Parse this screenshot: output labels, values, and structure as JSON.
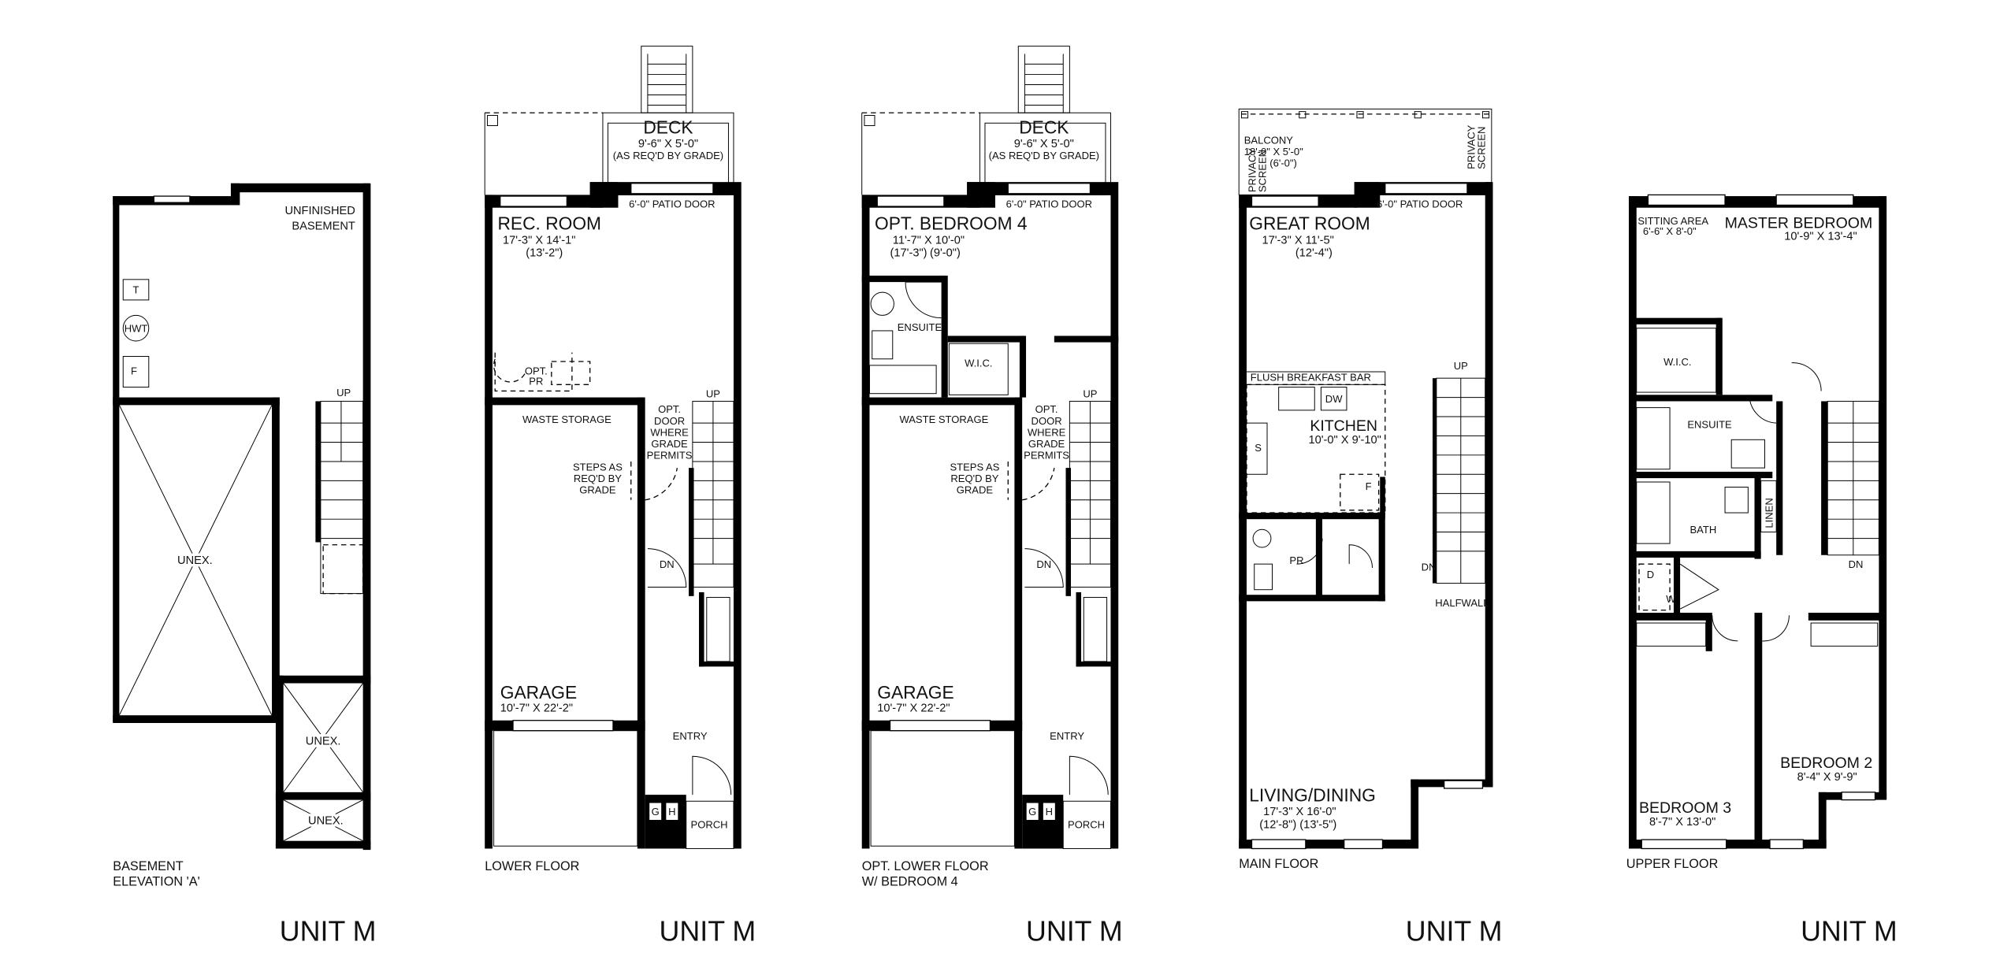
{
  "unit_title": "UNIT M",
  "plans": [
    {
      "name": "basement",
      "caption_line1": "BASEMENT",
      "caption_line2": "ELEVATION 'A'",
      "rooms": {
        "unfinished_1": "UNFINISHED",
        "unfinished_2": "BASEMENT",
        "unex_large": "UNEX.",
        "unex_mid": "UNEX.",
        "unex_small": "UNEX."
      },
      "fixtures": {
        "t": "T",
        "hwt": "HWT",
        "f": "F",
        "up": "UP"
      }
    },
    {
      "name": "lower-floor",
      "caption_line1": "LOWER FLOOR",
      "deck": {
        "name": "DECK",
        "dims": "9'-6\" X 5'-0\"",
        "note": "(AS REQ'D BY GRADE)"
      },
      "patio_door": "6'-0\" PATIO DOOR",
      "rec_room": {
        "name": "REC. ROOM",
        "dims": "17'-3\" X 14'-1\"",
        "alt": "(13'-2\")"
      },
      "opt_pr_1": "OPT.",
      "opt_pr_2": "PR",
      "waste_storage": "WASTE STORAGE",
      "steps": [
        "STEPS AS",
        "REQ'D BY",
        "GRADE"
      ],
      "opt_door": [
        "OPT.",
        "DOOR",
        "WHERE",
        "GRADE",
        "PERMITS"
      ],
      "up": "UP",
      "dn": "DN",
      "garage": {
        "name": "GARAGE",
        "dims": "10'-7\" X 22'-2\""
      },
      "entry": "ENTRY",
      "porch": "PORCH",
      "g": "G",
      "h": "H"
    },
    {
      "name": "opt-lower-floor",
      "caption_line1": "OPT. LOWER FLOOR",
      "caption_line2": "W/ BEDROOM 4",
      "deck": {
        "name": "DECK",
        "dims": "9'-6\" X 5'-0\"",
        "note": "(AS REQ'D BY GRADE)"
      },
      "patio_door": "6'-0\" PATIO DOOR",
      "bedroom4": {
        "name": "OPT. BEDROOM 4",
        "dims": "11'-7\" X 10'-0\"",
        "alt1": "(17'-3\")",
        "alt2": "(9'-0\")"
      },
      "ensuite": "ENSUITE",
      "wic": "W.I.C.",
      "waste_storage": "WASTE STORAGE",
      "steps": [
        "STEPS AS",
        "REQ'D BY",
        "GRADE"
      ],
      "opt_door": [
        "OPT.",
        "DOOR",
        "WHERE",
        "GRADE",
        "PERMITS"
      ],
      "up": "UP",
      "dn": "DN",
      "garage": {
        "name": "GARAGE",
        "dims": "10'-7\" X 22'-2\""
      },
      "entry": "ENTRY",
      "porch": "PORCH",
      "g": "G",
      "h": "H"
    },
    {
      "name": "main-floor",
      "caption_line1": "MAIN FLOOR",
      "balcony": {
        "name": "BALCONY",
        "dims": "18'-0\" X 5'-0\"",
        "alt": "(6'-0\")"
      },
      "privacy_1": "PRIVACY",
      "privacy_2": "SCREEN",
      "patio_door": "6'-0\" PATIO DOOR",
      "great_room": {
        "name": "GREAT ROOM",
        "dims": "17'-3\" X 11'-5\"",
        "alt": "(12'-4\")"
      },
      "breakfast_bar": "FLUSH  BREAKFAST BAR",
      "dw": "DW",
      "kitchen": {
        "name": "KITCHEN",
        "dims": "10'-0\" X 9'-10\""
      },
      "s": "S",
      "f": "F",
      "pr": "PR",
      "up": "UP",
      "dn": "DN",
      "halfwall": "HALFWALL",
      "living": {
        "name": "LIVING/DINING",
        "dims": "17'-3\" X 16'-0\"",
        "alt": "(12'-8\")  (13'-5\")"
      }
    },
    {
      "name": "upper-floor",
      "caption_line1": "UPPER FLOOR",
      "sitting": {
        "name": "SITTING AREA",
        "dims": "6'-6\" X 8'-0\""
      },
      "master": {
        "name": "MASTER BEDROOM",
        "dims": "10'-9\" X 13'-4\""
      },
      "wic": "W.I.C.",
      "ensuite": "ENSUITE",
      "bath": "BATH",
      "linen": "LINEN",
      "d": "D",
      "w": "W",
      "dn": "DN",
      "bedroom3": {
        "name": "BEDROOM 3",
        "dims": "8'-7\" X 13'-0\""
      },
      "bedroom2": {
        "name": "BEDROOM 2",
        "dims": "8'-4\" X 9'-9\""
      }
    }
  ]
}
